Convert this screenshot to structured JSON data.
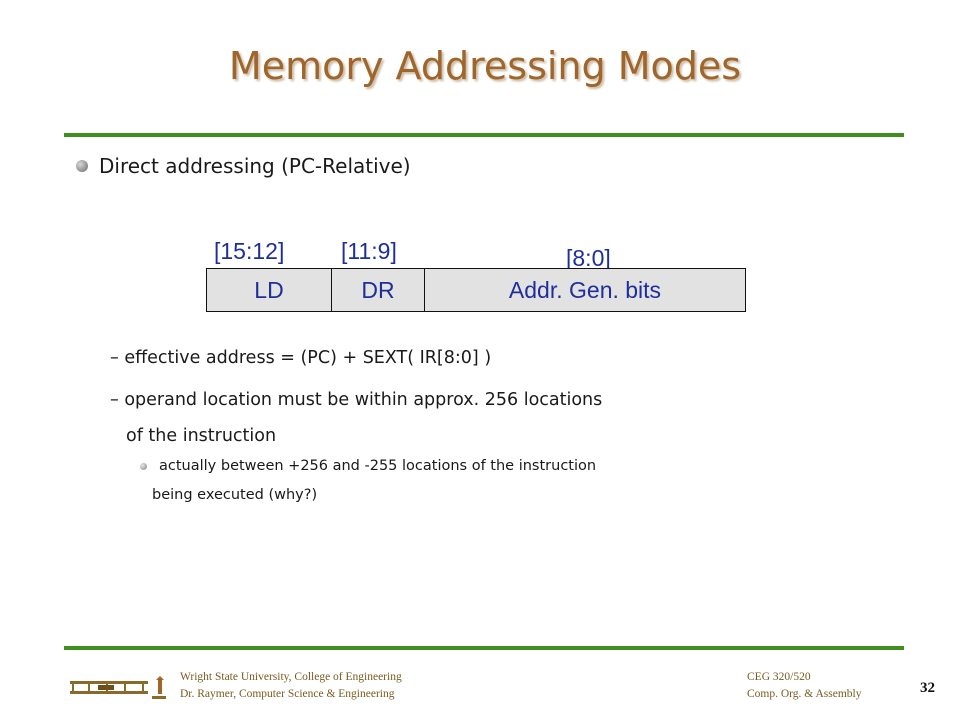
{
  "slide": {
    "title": "Memory Addressing Modes",
    "bullet": "Direct addressing (PC-Relative)",
    "diagram": {
      "bit_labels": [
        "[15:12]",
        "[11:9]",
        "[8:0]"
      ],
      "fields": [
        "LD",
        "DR",
        "Addr. Gen. bits"
      ],
      "field_fill": "#e2e2e2",
      "text_color": "#1f2f9a"
    },
    "subpoints": [
      {
        "line1": "– effective address = (PC) + SEXT( IR[8:0] )"
      },
      {
        "line1": "– operand location must be within approx. 256 locations",
        "line2": "of the instruction"
      }
    ],
    "subsub": {
      "line1": "actually between +256 and -255 locations of the instruction",
      "line2": "being executed (why?)"
    },
    "footer": {
      "left_line1": "Wright State University,  College of Engineering",
      "left_line2": "Dr. Raymer, Computer Science & Engineering",
      "right_line1": "CEG 320/520",
      "right_line2": "Comp. Org. & Assembly",
      "page_number": "32"
    },
    "colors": {
      "title": "#a0652b",
      "rule": "#3f8f1f",
      "footer_text": "#7a5a1e"
    }
  }
}
